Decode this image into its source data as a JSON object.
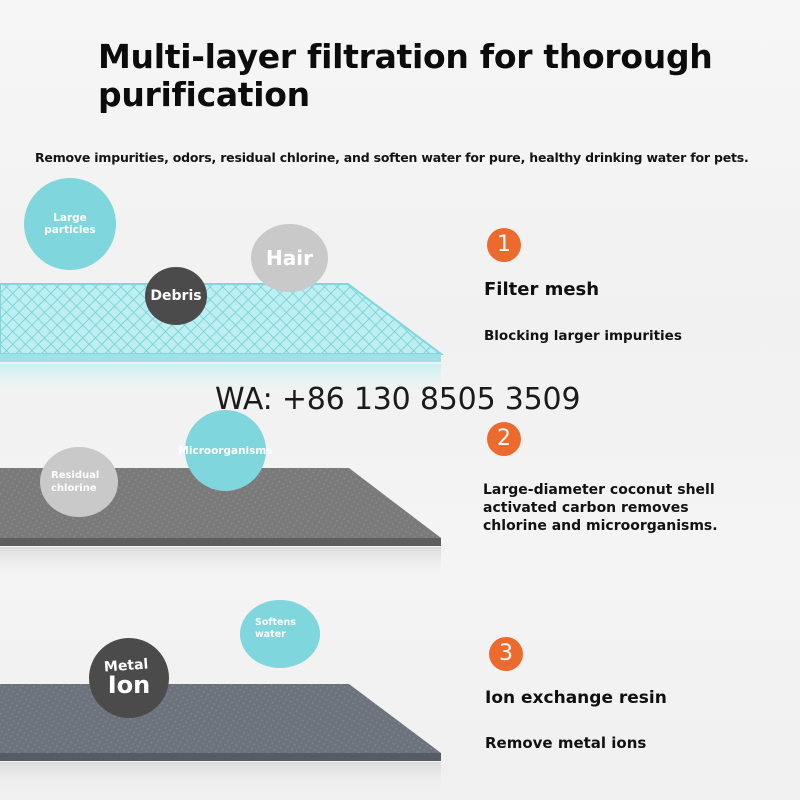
{
  "title": "Multi-layer filtration for thorough purification",
  "subtitle": "Remove impurities, odors, residual chlorine, and soften water for pure, healthy drinking water for pets.",
  "watermark": "WA: +86 130 8505 3509",
  "bubbles": {
    "large_particles": "Large particles",
    "hair": "Hair",
    "debris": "Debris",
    "microorganisms": "Microorganisms",
    "residual_line1": "Residual",
    "residual_line2": "chlorine",
    "softens_line1": "Softens",
    "softens_line2": "water",
    "metal": "Metal",
    "ion": "Ion"
  },
  "steps": [
    {
      "number": "1",
      "heading": "Filter mesh",
      "description": "Blocking larger impurities"
    },
    {
      "number": "2",
      "description": "Large-diameter coconut shell activated carbon removes chlorine and microorganisms."
    },
    {
      "number": "3",
      "heading": "Ion exchange resin",
      "description": "Remove metal ions"
    }
  ],
  "colors": {
    "accent_orange": "#ec6a2e",
    "mesh_cyan": "#7fd6dc",
    "carbon_grey": "#7d7d7d",
    "resin_blue_grey": "#6d7580"
  }
}
